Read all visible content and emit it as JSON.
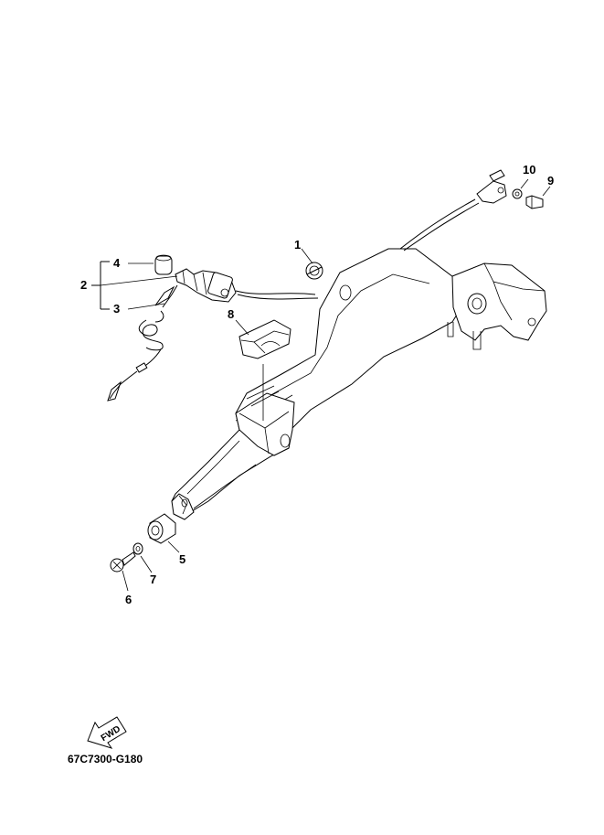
{
  "diagram_code": "67C7300-G180",
  "fwd_label": "FWD",
  "callouts": {
    "c1": "1",
    "c2": "2",
    "c3": "3",
    "c4": "4",
    "c5": "5",
    "c6": "6",
    "c7": "7",
    "c8": "8",
    "c9": "9",
    "c10": "10"
  }
}
